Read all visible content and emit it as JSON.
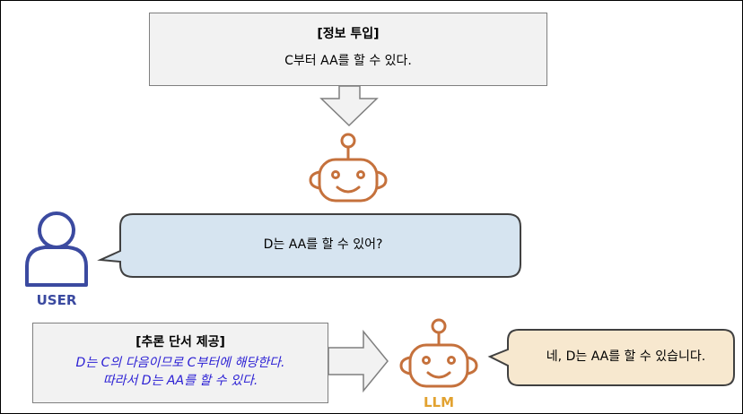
{
  "info_box": {
    "title": "[정보 투입]",
    "text": "C부터 AA를 할 수 있다."
  },
  "user_question": "D는 AA를 할 수 있어?",
  "user_label": "USER",
  "hint_box": {
    "title": "[추론 단서 제공]",
    "line1": "D는 C의 다음이므로 C부터에 해당한다.",
    "line2": "따라서 D는 AA를 할 수 있다."
  },
  "llm_answer": "네, D는 AA를 할 수 있습니다.",
  "llm_label": "LLM",
  "colors": {
    "robot": "#c5713c",
    "user_icon": "#3b4aa0",
    "question_bubble": "#d6e4f0",
    "answer_bubble": "#f7e8cf",
    "hint_text": "#2a1ed4",
    "llm_label": "#e2a230"
  }
}
